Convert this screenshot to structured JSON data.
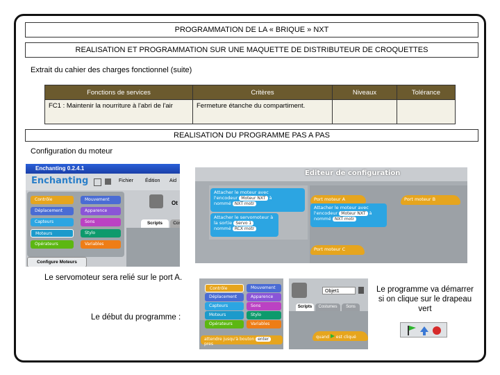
{
  "title": "PROGRAMMATION DE LA « BRIQUE » NXT",
  "subtitle": "REALISATION ET PROGRAMMATION SUR UNE MAQUETTE DE DISTRIBUTEUR DE CROQUETTES",
  "extract_label": "Extrait du cahier des charges fonctionnel (suite)",
  "table": {
    "headers": [
      "Fonctions de services",
      "Critères",
      "Niveaux",
      "Tolérance"
    ],
    "row": [
      "FC1 : Maintenir la nourriture à l'abri de l'air",
      "Fermeture étanche du compartiment.",
      "",
      ""
    ]
  },
  "section_title": "REALISATION DU PROGRAMME PAS A PAS",
  "config_label": "Configuration du moteur",
  "servo_text": "Le servomoteur sera relié sur le port A.",
  "start_text": "Le début du programme :",
  "flag_text": "Le programme va démarrer si on clique sur le drapeau vert",
  "enchanting": {
    "window_title": "Enchanting 0.2.4.1",
    "logo": "Enchanting",
    "menu": [
      "Fichier",
      "Édition",
      "Aid"
    ],
    "categories": [
      "Contrôle",
      "Déplacement",
      "Capteurs",
      "Moteurs",
      "Opérateurs",
      "Mouvement",
      "Apparence",
      "Sons",
      "Stylo",
      "Variables"
    ],
    "tabs": [
      "Scripts",
      "Cos"
    ],
    "sprite_label": "Ot",
    "configure_button": "Configure Moteurs"
  },
  "config_editor": {
    "title": "Editeur de configuration",
    "block1": [
      "Attacher le moteur avec",
      "l'encodeur",
      "Moteur NXT",
      "à",
      "nommé",
      "NXT motr"
    ],
    "block2": [
      "Attacher le servomoteur à",
      "la sortie",
      "Servo 1",
      "nommé",
      "RCX motr"
    ],
    "hat1": "Port moteur A",
    "hat2": "Port moteur B",
    "hat3": "Port moteur C",
    "block3": [
      "Attacher le moteur avec",
      "l'encodeur",
      "Moteur NXT",
      "à",
      "nommé",
      "NXT motr"
    ]
  },
  "second_shot": {
    "categories": [
      "Contrôle",
      "Déplacement",
      "Capteurs",
      "Moteurs",
      "Opérateurs",
      "Mouvement",
      "Apparence",
      "Sons",
      "Stylo",
      "Variables"
    ],
    "sprite_name": "Objet1",
    "tabs": [
      "Scripts",
      "Costumes",
      "Sons"
    ],
    "wait_block": "attendre jusqu'à bouton",
    "wait_pill": "enter",
    "wait_end": "pres",
    "hat_block": "quand",
    "hat_end": "est cliqué"
  },
  "colors": {
    "header_bg": "#6b5a2e",
    "control": "#e6a51e",
    "motion": "#4a6cd4",
    "looks": "#8a55d7",
    "sensing": "#2ca5e2",
    "sound": "#bb42c3",
    "pen": "#0e9a6c",
    "operators": "#5cb712",
    "variables": "#ee7d16",
    "motors": "#1c9acb"
  }
}
